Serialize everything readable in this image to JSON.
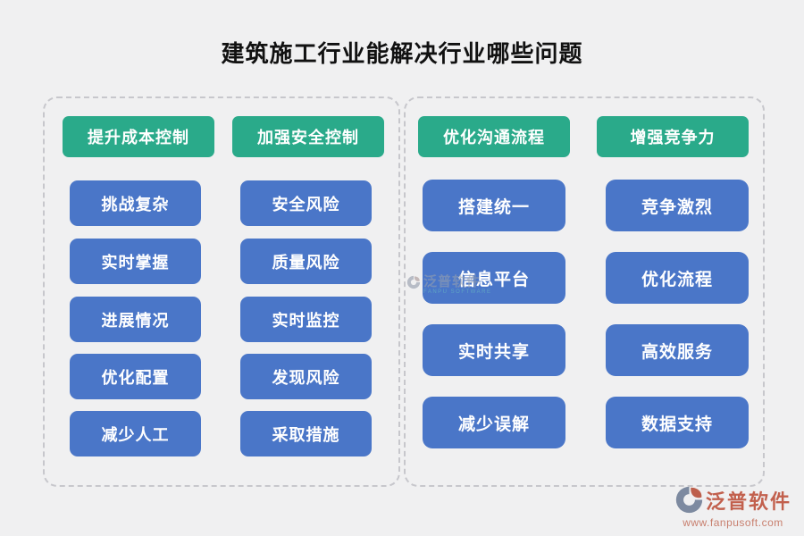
{
  "title": "建筑施工行业能解决行业哪些问题",
  "colors": {
    "background": "#f0f0f1",
    "header_green": "#2aaa8a",
    "item_blue": "#4a76c8",
    "panel_border": "#c7c7cc",
    "title_text": "#111111",
    "brand_red": "#c2604d",
    "brand_url_red": "#c87f6e"
  },
  "panels": [
    {
      "name": "left",
      "columns": [
        {
          "header": "提升成本控制",
          "items": [
            "挑战复杂",
            "实时掌握",
            "进展情况",
            "优化配置",
            "减少人工"
          ]
        },
        {
          "header": "加强安全控制",
          "items": [
            "安全风险",
            "质量风险",
            "实时监控",
            "发现风险",
            "采取措施"
          ]
        }
      ]
    },
    {
      "name": "right",
      "columns": [
        {
          "header": "优化沟通流程",
          "items": [
            "搭建统一",
            "信息平台",
            "实时共享",
            "减少误解"
          ]
        },
        {
          "header": "增强竞争力",
          "items": [
            "竞争激烈",
            "优化流程",
            "高效服务",
            "数据支持"
          ]
        }
      ]
    }
  ],
  "watermark": {
    "name": "泛普软件",
    "subtext": "FANPU SOFTWARE"
  },
  "footer": {
    "brand": "泛普软件",
    "url": "www.fanpusoft.com"
  }
}
